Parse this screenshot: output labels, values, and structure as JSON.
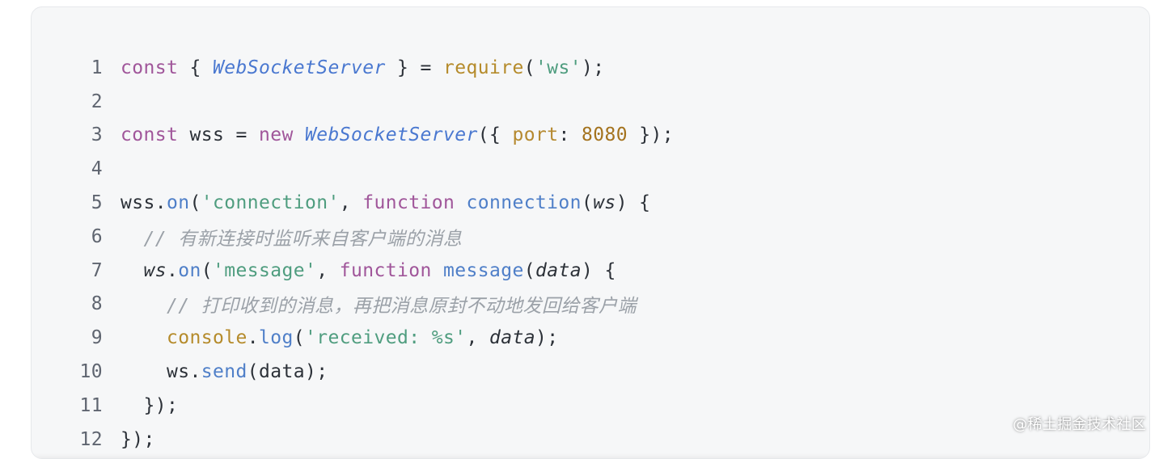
{
  "code": {
    "lines": [
      {
        "number": "1",
        "tokens": [
          {
            "t": "const",
            "c": "kw"
          },
          {
            "t": " { ",
            "c": "plain"
          },
          {
            "t": "WebSocketServer",
            "c": "cls"
          },
          {
            "t": " } = ",
            "c": "plain"
          },
          {
            "t": "require",
            "c": "req"
          },
          {
            "t": "(",
            "c": "plain"
          },
          {
            "t": "'ws'",
            "c": "str"
          },
          {
            "t": ");",
            "c": "plain"
          }
        ]
      },
      {
        "number": "2",
        "tokens": []
      },
      {
        "number": "3",
        "tokens": [
          {
            "t": "const",
            "c": "kw"
          },
          {
            "t": " wss = ",
            "c": "plain"
          },
          {
            "t": "new",
            "c": "kw"
          },
          {
            "t": " ",
            "c": "plain"
          },
          {
            "t": "WebSocketServer",
            "c": "cls"
          },
          {
            "t": "({ ",
            "c": "plain"
          },
          {
            "t": "port",
            "c": "prop"
          },
          {
            "t": ": ",
            "c": "plain"
          },
          {
            "t": "8080",
            "c": "num"
          },
          {
            "t": " });",
            "c": "plain"
          }
        ]
      },
      {
        "number": "4",
        "tokens": []
      },
      {
        "number": "5",
        "tokens": [
          {
            "t": "wss.",
            "c": "plain"
          },
          {
            "t": "on",
            "c": "fn"
          },
          {
            "t": "(",
            "c": "plain"
          },
          {
            "t": "'connection'",
            "c": "str"
          },
          {
            "t": ", ",
            "c": "plain"
          },
          {
            "t": "function",
            "c": "kw"
          },
          {
            "t": " ",
            "c": "plain"
          },
          {
            "t": "connection",
            "c": "fn"
          },
          {
            "t": "(",
            "c": "plain"
          },
          {
            "t": "ws",
            "c": "param"
          },
          {
            "t": ") {",
            "c": "plain"
          }
        ]
      },
      {
        "number": "6",
        "tokens": [
          {
            "t": "  ",
            "c": "plain"
          },
          {
            "t": "// 有新连接时监听来自客户端的消息",
            "c": "cmt"
          }
        ]
      },
      {
        "number": "7",
        "tokens": [
          {
            "t": "  ",
            "c": "plain"
          },
          {
            "t": "ws",
            "c": "param"
          },
          {
            "t": ".",
            "c": "plain"
          },
          {
            "t": "on",
            "c": "fn"
          },
          {
            "t": "(",
            "c": "plain"
          },
          {
            "t": "'message'",
            "c": "str"
          },
          {
            "t": ", ",
            "c": "plain"
          },
          {
            "t": "function",
            "c": "kw"
          },
          {
            "t": " ",
            "c": "plain"
          },
          {
            "t": "message",
            "c": "fn"
          },
          {
            "t": "(",
            "c": "plain"
          },
          {
            "t": "data",
            "c": "param"
          },
          {
            "t": ") {",
            "c": "plain"
          }
        ]
      },
      {
        "number": "8",
        "tokens": [
          {
            "t": "    ",
            "c": "plain"
          },
          {
            "t": "// 打印收到的消息，再把消息原封不动地发回给客户端",
            "c": "cmt"
          }
        ]
      },
      {
        "number": "9",
        "tokens": [
          {
            "t": "    ",
            "c": "plain"
          },
          {
            "t": "console",
            "c": "req"
          },
          {
            "t": ".",
            "c": "plain"
          },
          {
            "t": "log",
            "c": "fn"
          },
          {
            "t": "(",
            "c": "plain"
          },
          {
            "t": "'received: %s'",
            "c": "str"
          },
          {
            "t": ", ",
            "c": "plain"
          },
          {
            "t": "data",
            "c": "param"
          },
          {
            "t": ");",
            "c": "plain"
          }
        ]
      },
      {
        "number": "10",
        "tokens": [
          {
            "t": "    ws.",
            "c": "plain"
          },
          {
            "t": "send",
            "c": "fn"
          },
          {
            "t": "(data);",
            "c": "plain"
          }
        ]
      },
      {
        "number": "11",
        "tokens": [
          {
            "t": "  });",
            "c": "plain"
          }
        ]
      },
      {
        "number": "12",
        "tokens": [
          {
            "t": "});",
            "c": "plain"
          }
        ]
      }
    ]
  },
  "watermark": "@稀土掘金技术社区",
  "colors": {
    "keyword": "#a0569a",
    "class": "#4a78d0",
    "function": "#4f7fc8",
    "string": "#4f9d7f",
    "number": "#a4731e",
    "comment": "#9ba1a8",
    "background": "#f6f7f8"
  }
}
